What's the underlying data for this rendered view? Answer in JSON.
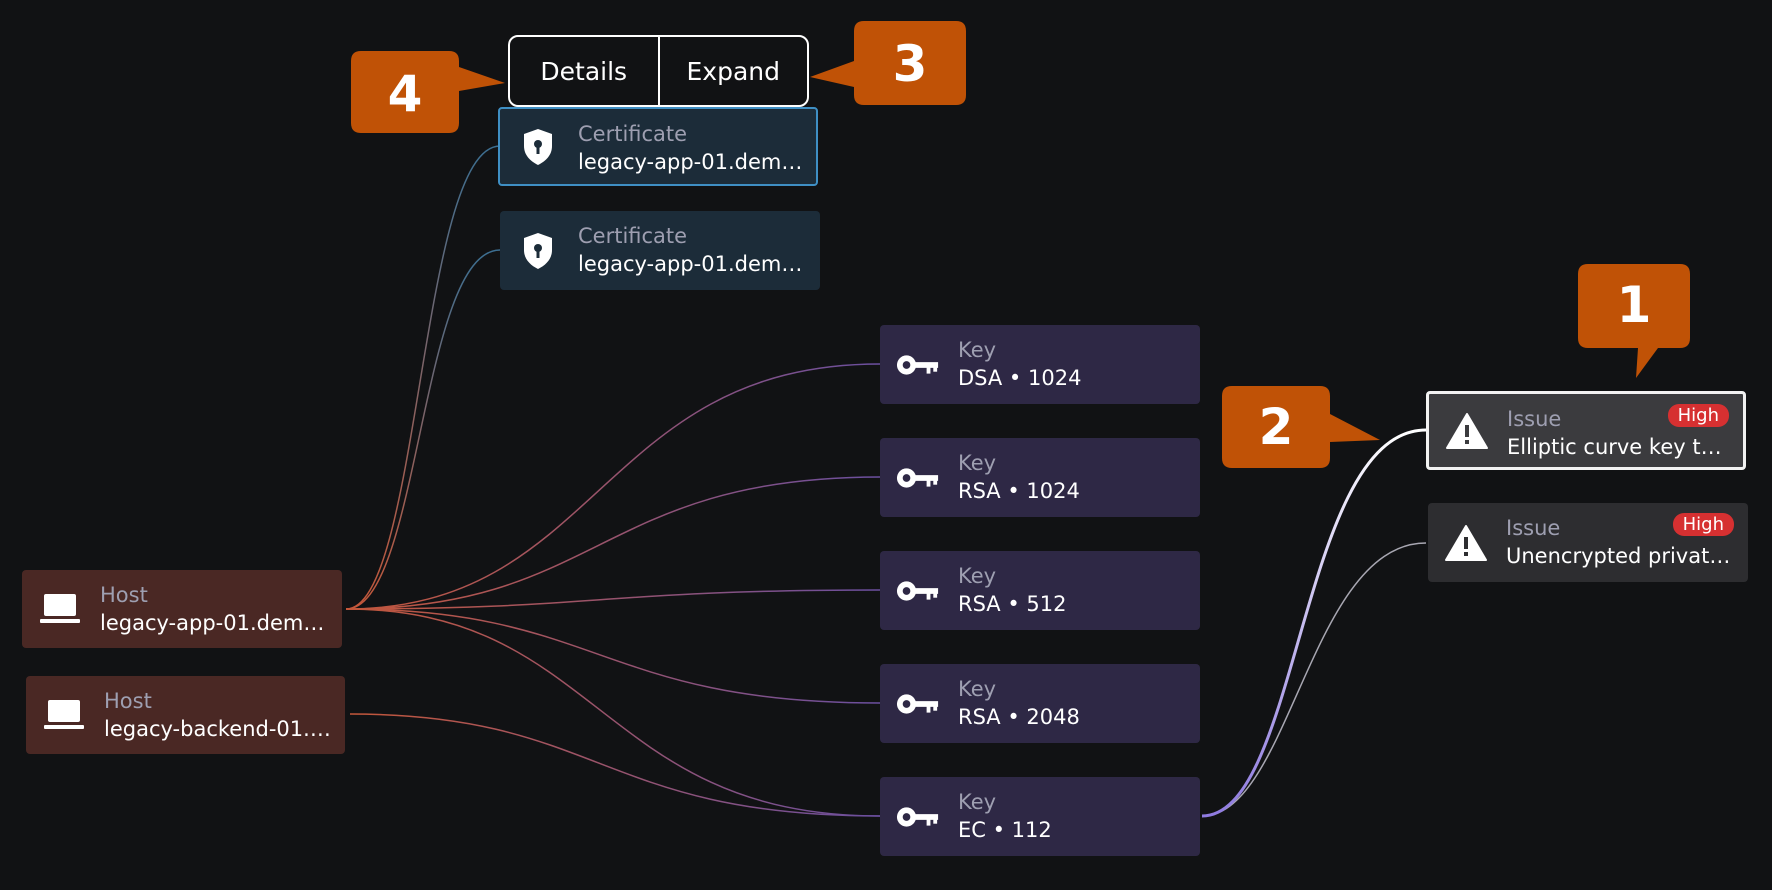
{
  "toolbar": {
    "details_label": "Details",
    "expand_label": "Expand"
  },
  "hosts": [
    {
      "kind": "Host",
      "label": "legacy-app-01.demo..."
    },
    {
      "kind": "Host",
      "label": "legacy-backend-01.d..."
    }
  ],
  "certificates": [
    {
      "kind": "Certificate",
      "label": "legacy-app-01.demo...",
      "selected": true
    },
    {
      "kind": "Certificate",
      "label": "legacy-app-01.demo..."
    }
  ],
  "keys": [
    {
      "kind": "Key",
      "label": "DSA • 1024"
    },
    {
      "kind": "Key",
      "label": "RSA • 1024"
    },
    {
      "kind": "Key",
      "label": "RSA • 512"
    },
    {
      "kind": "Key",
      "label": "RSA • 2048"
    },
    {
      "kind": "Key",
      "label": "EC • 112"
    }
  ],
  "issues": [
    {
      "kind": "Issue",
      "severity": "High",
      "label": "Elliptic curve key too ...",
      "selected": true
    },
    {
      "kind": "Issue",
      "severity": "High",
      "label": "Unencrypted private ..."
    }
  ],
  "callouts": [
    "1",
    "2",
    "3",
    "4"
  ],
  "icons": {
    "host": "laptop-icon",
    "certificate": "shield-lock-icon",
    "key": "key-icon",
    "issue": "warning-triangle-icon"
  },
  "colors": {
    "background": "#111214",
    "host_fill": "#4a2824",
    "cert_fill": "#1c2c39",
    "key_fill": "#2e2845",
    "issue_fill": "#2d2d30",
    "badge": "#d63031",
    "callout": "#c05206",
    "selected_edge": "#b9a4ff"
  }
}
